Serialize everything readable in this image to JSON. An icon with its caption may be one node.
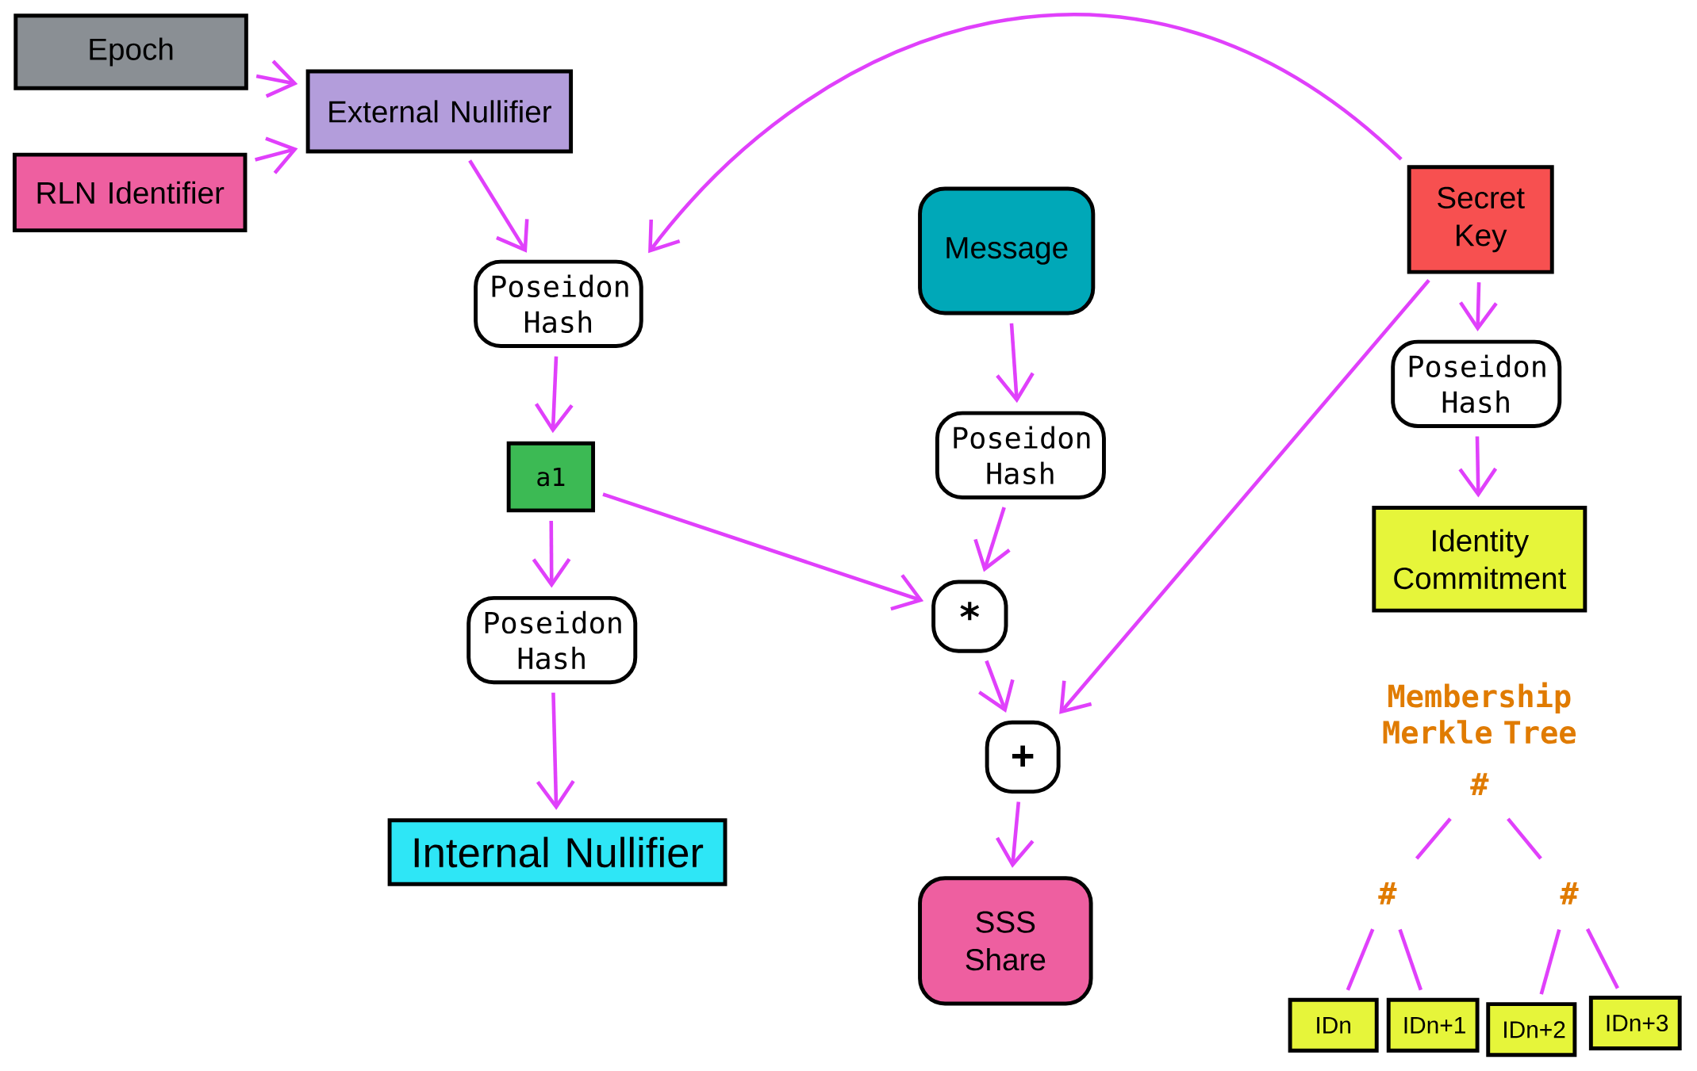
{
  "diagram": {
    "nodes": [
      {
        "text": [
          "Epoch"
        ]
      },
      {
        "text": [
          "External Nullifier"
        ]
      },
      {
        "text": [
          "RLN Identifier"
        ]
      },
      {
        "text": [
          "Poseidon Hash"
        ]
      },
      {
        "text": [
          "Message"
        ]
      },
      {
        "text": [
          "Secret Key"
        ]
      },
      {
        "text": [
          "a1"
        ]
      },
      {
        "text": [
          "Poseidon Hash"
        ]
      },
      {
        "text": [
          "Poseidon Hash"
        ]
      },
      {
        "text": [
          "Poseidon Hash"
        ]
      },
      {
        "text": [
          "*"
        ]
      },
      {
        "text": [
          "Identity Commitment"
        ]
      },
      {
        "text": [
          "+"
        ]
      },
      {
        "text": [
          "Internal Nullifier"
        ]
      },
      {
        "text": [
          "SSS Share"
        ]
      },
      {
        "text": [
          "#"
        ],
        "beside": [
          "Membership Merkle Tree"
        ]
      },
      {
        "text": [
          "#"
        ]
      },
      {
        "text": [
          "#"
        ]
      },
      {
        "text": [
          "IDn"
        ]
      },
      {
        "text": [
          "IDn+1"
        ]
      },
      {
        "text": [
          "IDn+2"
        ]
      },
      {
        "text": [
          "IDn+3"
        ]
      }
    ],
    "edges": [
      {
        "from": 0,
        "to": 1,
        "arrow": "to"
      },
      {
        "from": 2,
        "to": 1,
        "arrow": "to"
      },
      {
        "from": 1,
        "to": 3,
        "arrow": "to"
      },
      {
        "from": 5,
        "to": 3,
        "arrow": "to"
      },
      {
        "from": 3,
        "to": 6,
        "arrow": "to"
      },
      {
        "from": 6,
        "to": 9,
        "arrow": "to"
      },
      {
        "from": 9,
        "to": 13,
        "arrow": "to"
      },
      {
        "from": 6,
        "to": 10,
        "arrow": "to"
      },
      {
        "from": 4,
        "to": 7,
        "arrow": "to"
      },
      {
        "from": 7,
        "to": 10,
        "arrow": "to"
      },
      {
        "from": 10,
        "to": 12,
        "arrow": "to"
      },
      {
        "from": 5,
        "to": 12,
        "arrow": "to"
      },
      {
        "from": 12,
        "to": 14,
        "arrow": "to"
      },
      {
        "from": 5,
        "to": 8,
        "arrow": "to"
      },
      {
        "from": 8,
        "to": 11,
        "arrow": "to"
      },
      {
        "from": 15,
        "to": 16,
        "arrow": "none"
      },
      {
        "from": 15,
        "to": 17,
        "arrow": "none"
      },
      {
        "from": 16,
        "to": 18,
        "arrow": "none"
      },
      {
        "from": 16,
        "to": 19,
        "arrow": "none"
      },
      {
        "from": 17,
        "to": 20,
        "arrow": "none"
      },
      {
        "from": 17,
        "to": 21,
        "arrow": "none"
      }
    ]
  }
}
